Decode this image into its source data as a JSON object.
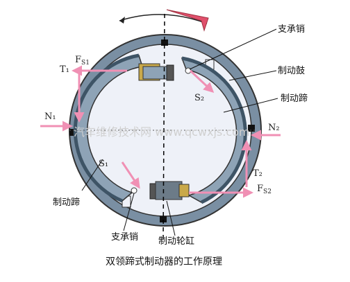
{
  "caption": "双领蹄式制动器的工作原理",
  "labels": {
    "pin_top_right": "支承销",
    "drum": "制动鼓",
    "shoe_right": "制动蹄",
    "shoe_left": "制动蹄",
    "pin_bottom": "支承销",
    "cylinder_bottom": "制动轮缸"
  },
  "forces": {
    "t1": "T₁",
    "fs1": "F",
    "fs1_sub": "S1",
    "n1": "N₁",
    "s2": "S₂",
    "s1": "S₁",
    "n2": "N₂",
    "t2": "T₂",
    "fs2": "F",
    "fs2_sub": "S2"
  },
  "watermark": "汽车维修技术网 www.qcwxjs.com",
  "colors": {
    "drum_ring": "#7a8fa3",
    "drum_inner": "#eef1f8",
    "shoe": "#8ea3b6",
    "lining": "#3e5466",
    "arrow": "#f090b4",
    "rotation_tip": "#e0506c",
    "axis_line": "#000000"
  },
  "icons": [
    "rotation-arrow-icon",
    "cylinder-icon",
    "pivot-pin-icon"
  ]
}
